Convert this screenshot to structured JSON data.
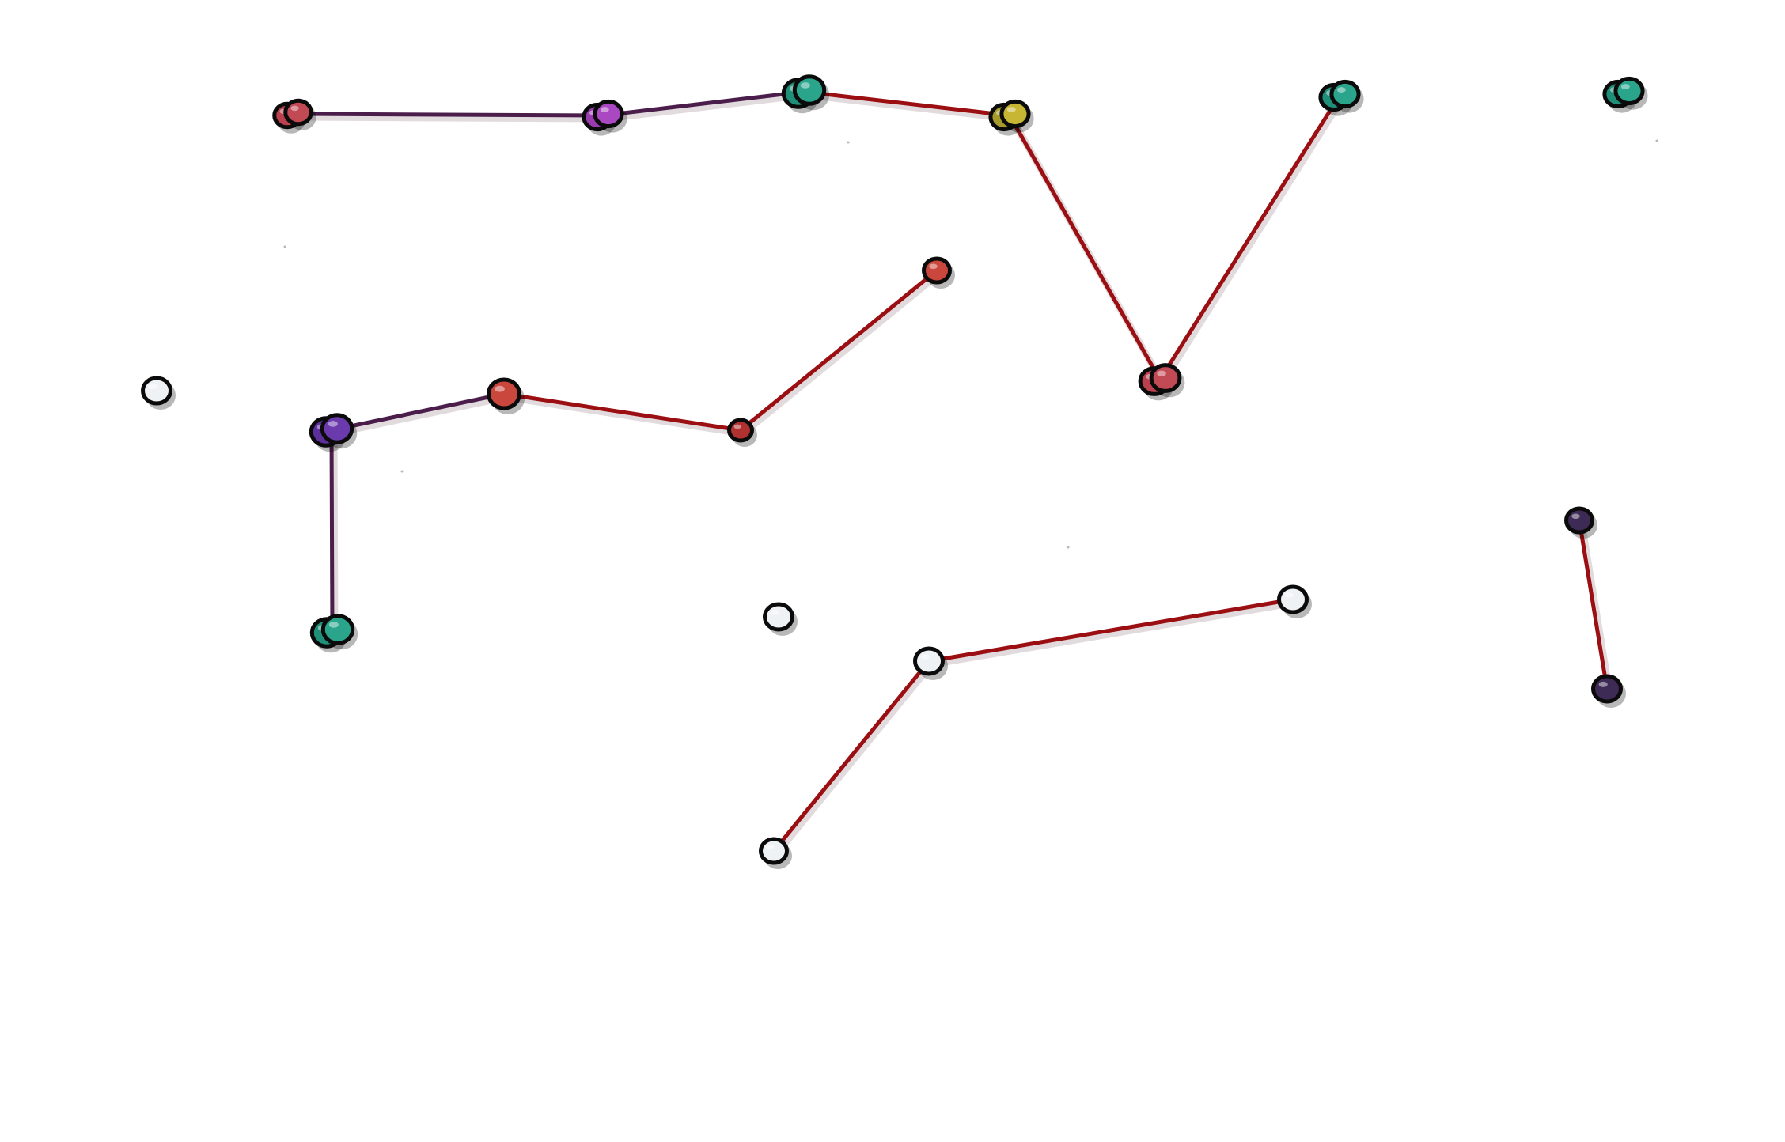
{
  "colors": {
    "background": "#ffffff",
    "edge_red": "#9b0f12",
    "edge_purple": "#4a1d4a",
    "outline": "#0b0b0b"
  },
  "clusters": [
    {
      "id": "c1",
      "colors": [
        "#b9404c",
        "#c24a55"
      ]
    },
    {
      "id": "c2",
      "colors": [
        "#9b3bb0",
        "#a948c0"
      ]
    },
    {
      "id": "c3",
      "colors": [
        "#1f8f7a",
        "#2aa58c"
      ]
    },
    {
      "id": "c4",
      "colors": [
        "#a59a2a",
        "#c7b534"
      ]
    },
    {
      "id": "c5",
      "colors": [
        "#1f8f7a",
        "#2aa58c"
      ]
    },
    {
      "id": "c6",
      "colors": [
        "#1f8f7a",
        "#2aa58c"
      ]
    },
    {
      "id": "c7",
      "colors": [
        "#b9404c",
        "#c24a55"
      ]
    },
    {
      "id": "c8",
      "colors": [
        "#c9473d"
      ]
    },
    {
      "id": "c9",
      "colors": [
        "#eef2f5"
      ]
    },
    {
      "id": "c10",
      "colors": [
        "#5c2f9b",
        "#6b3aad"
      ]
    },
    {
      "id": "c11",
      "colors": [
        "#c9473d"
      ]
    },
    {
      "id": "c12",
      "colors": [
        "#b0312f"
      ]
    },
    {
      "id": "c13",
      "colors": [
        "#1f8f7a",
        "#2aa58c"
      ]
    },
    {
      "id": "c14",
      "colors": [
        "#eef2f5"
      ]
    },
    {
      "id": "c15",
      "colors": [
        "#eef2f5"
      ]
    },
    {
      "id": "c16",
      "colors": [
        "#eef2f5"
      ]
    },
    {
      "id": "c17",
      "colors": [
        "#eef2f5"
      ]
    },
    {
      "id": "c18",
      "colors": [
        "#3d2a55"
      ]
    },
    {
      "id": "c19",
      "colors": [
        "#3d2a55"
      ]
    }
  ],
  "edges": [
    {
      "from": "c1",
      "to": "c2",
      "color": "purple"
    },
    {
      "from": "c2",
      "to": "c3",
      "color": "purple"
    },
    {
      "from": "c3",
      "to": "c4",
      "color": "red"
    },
    {
      "from": "c4",
      "to": "c7",
      "color": "red"
    },
    {
      "from": "c7",
      "to": "c5",
      "color": "red"
    },
    {
      "from": "c10",
      "to": "c11",
      "color": "purple"
    },
    {
      "from": "c11",
      "to": "c12",
      "color": "red"
    },
    {
      "from": "c12",
      "to": "c8",
      "color": "red"
    },
    {
      "from": "c10",
      "to": "c13",
      "color": "purple"
    },
    {
      "from": "c17",
      "to": "c15",
      "color": "red"
    },
    {
      "from": "c15",
      "to": "c16",
      "color": "red"
    },
    {
      "from": "c18",
      "to": "c19",
      "color": "red"
    }
  ]
}
